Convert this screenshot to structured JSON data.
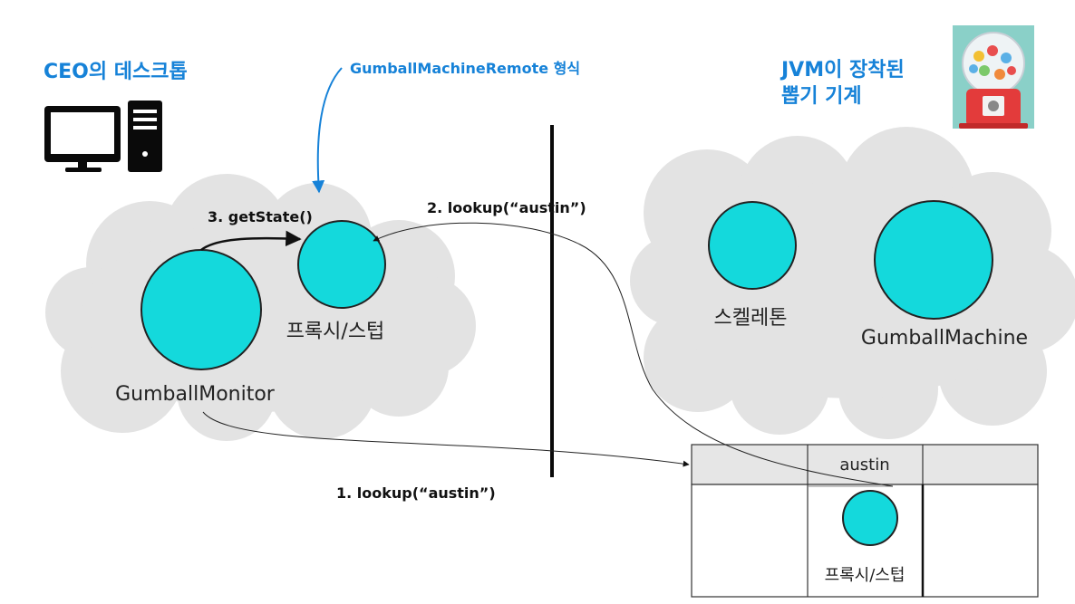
{
  "ceo_desktop": {
    "title": "CEO의 데스크톱",
    "icon": "desktop-computer-icon"
  },
  "remote_note": {
    "label": "GumballMachineRemote 형식"
  },
  "jvm_machine": {
    "title_line1": "JVM이 장착된",
    "title_line2": "뽑기 기계",
    "icon": "gumball-machine-icon"
  },
  "left_cloud": {
    "proxy_label": "프록시/스텁",
    "monitor_label": "GumballMonitor"
  },
  "right_cloud": {
    "skeleton_label": "스켈레톤",
    "machine_label": "GumballMachine"
  },
  "arrows": {
    "get_state": "3. getState()",
    "lookup_top": "2. lookup(“austin”)",
    "lookup_bottom": "1. lookup(“austin”)"
  },
  "registry": {
    "cell_name": "austin",
    "proxy_label": "프록시/스텁"
  },
  "colors": {
    "accent_blue": "#1682d8",
    "teal": "#14d9dc",
    "cloud": "#e3e3e3",
    "table_fill": "#e6e6e6"
  }
}
